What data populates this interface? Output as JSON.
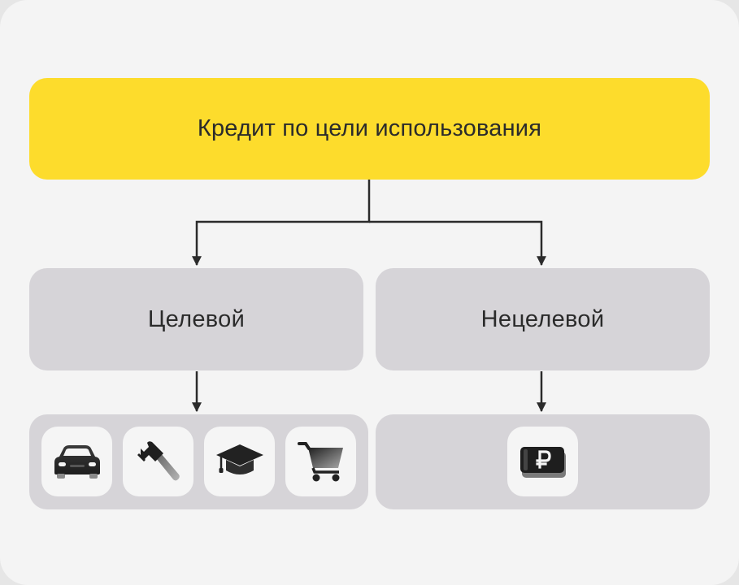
{
  "diagram": {
    "root": {
      "label": "Кредит по цели использования"
    },
    "branches": [
      {
        "label": "Целевой",
        "icons": [
          "car-icon",
          "hammer-icon",
          "graduation-cap-icon",
          "shopping-cart-icon"
        ]
      },
      {
        "label": "Нецелевой",
        "icons": [
          "ruble-banknote-icon"
        ]
      }
    ]
  },
  "colors": {
    "root_fill": "#fddc2c",
    "node_fill": "#d6d4d8",
    "tile_fill": "#f5f5f5",
    "connector": "#2b2b2b",
    "background": "#f4f4f4"
  }
}
